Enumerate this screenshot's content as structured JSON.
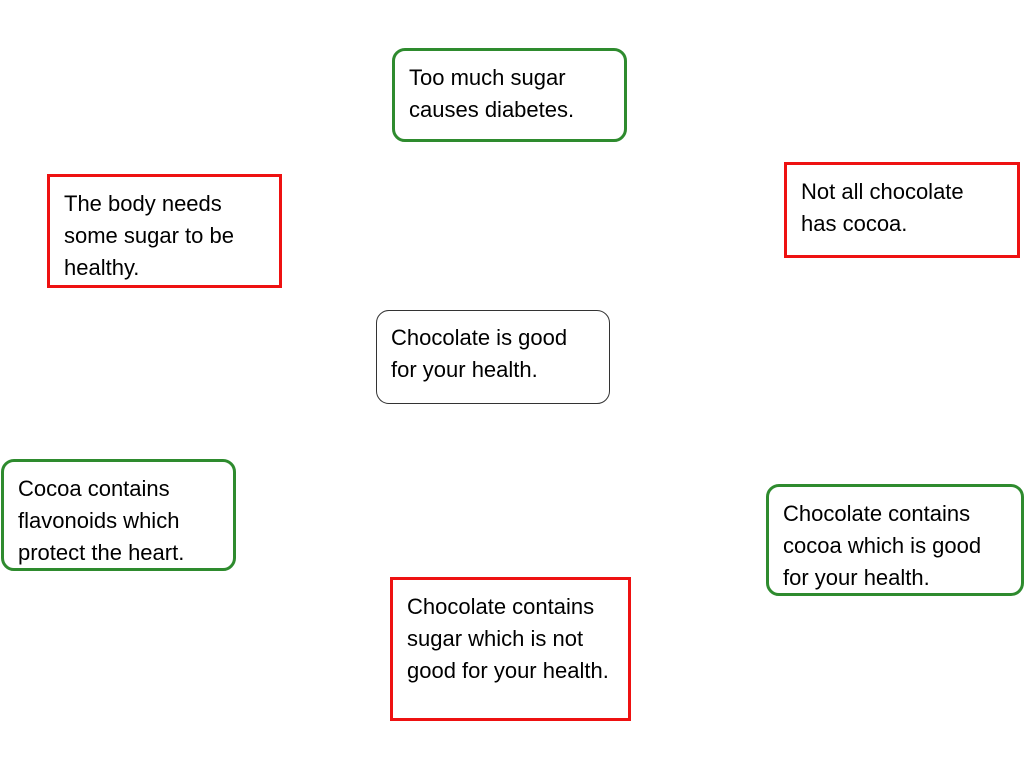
{
  "diagram": {
    "central_claim": "Chocolate is good for your health.",
    "nodes": [
      {
        "id": "too-much-sugar",
        "stance": "support",
        "color": "#2e8b2e",
        "text": "Too much sugar causes diabetes."
      },
      {
        "id": "body-needs-sugar",
        "stance": "oppose",
        "color": "#ee1111",
        "text": "The body needs some sugar to be healthy."
      },
      {
        "id": "not-all-cocoa",
        "stance": "oppose",
        "color": "#ee1111",
        "text": "Not all chocolate has cocoa."
      },
      {
        "id": "cocoa-flavonoids",
        "stance": "support",
        "color": "#2e8b2e",
        "text": "Cocoa contains flavonoids which protect the heart."
      },
      {
        "id": "contains-cocoa",
        "stance": "support",
        "color": "#2e8b2e",
        "text": "Chocolate contains cocoa which is good for your health."
      },
      {
        "id": "contains-sugar",
        "stance": "oppose",
        "color": "#ee1111",
        "text": "Chocolate contains sugar which is not good for your health."
      }
    ]
  }
}
